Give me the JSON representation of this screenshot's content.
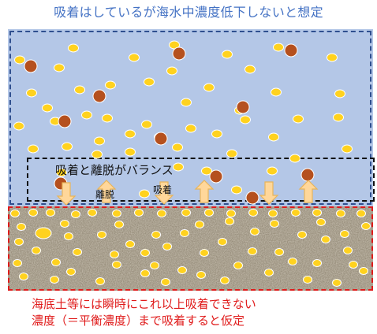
{
  "title": "吸着はしているが海水中濃度低下しないと想定",
  "equilibrium_label": "吸着と離脱がバランス",
  "desorption_label": "離脱",
  "adsorption_label": "吸着",
  "note_line1": "海底土等には瞬時にこれ以上吸着できない",
  "note_line2": "濃度（＝平衡濃度）まで吸着すると仮定",
  "colors": {
    "water": "#b4c7e7",
    "water_border": "#2f4f8f",
    "sediment_border": "#e01b1b",
    "particle": "#ffd21f",
    "adsorbed_particle": "#b5501e",
    "arrow": "#ffd79a",
    "title": "#4472c4",
    "note": "#e01b1b"
  }
}
